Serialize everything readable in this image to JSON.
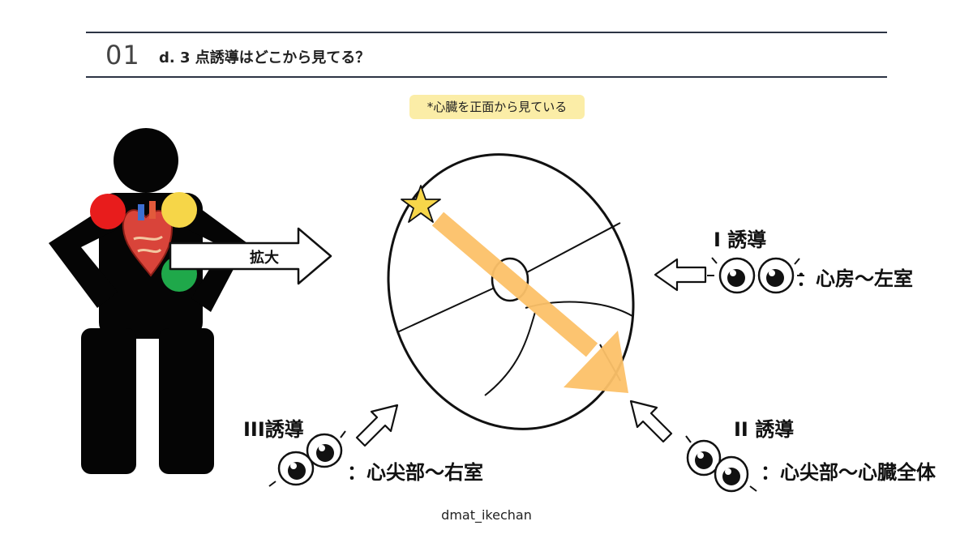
{
  "header": {
    "number": "01",
    "title": "d. 3 点誘導はどこから見てる？"
  },
  "note": "*心臓を正面から見ている",
  "zoom_label": "拡大",
  "leads": [
    {
      "name": "I 誘導",
      "desc": "：心房〜左室"
    },
    {
      "name": "II 誘導",
      "desc": "：心尖部〜心臓全体"
    },
    {
      "name": "III誘導",
      "desc": "：心尖部〜右室"
    }
  ],
  "electrodes": {
    "red": "#e81c1c",
    "yellow": "#f6d648",
    "green": "#1fa84a"
  },
  "colors": {
    "axis_arrow": "#fcc169",
    "star": "#f7d64a",
    "body": "#050505",
    "rule": "#2c3444"
  },
  "icons": [
    "star-icon",
    "eyes-icon",
    "zoom-arrow-icon"
  ],
  "credit": "dmat_ikechan"
}
